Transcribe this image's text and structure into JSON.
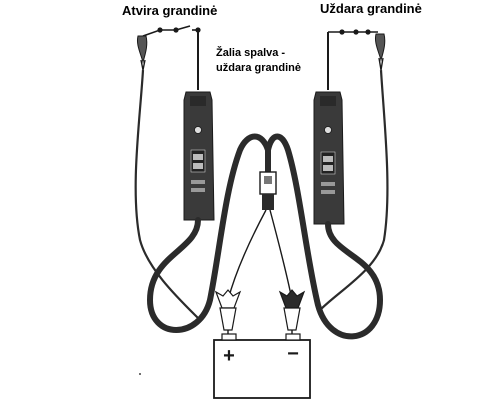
{
  "labels": {
    "open_circuit": "Atvira grandinė",
    "closed_circuit": "Uždara grandinė",
    "green_note_line1": "Žalia spalva -",
    "green_note_line2": "uždara grandinė"
  },
  "battery": {
    "plus_symbol": "+",
    "minus_symbol": "−"
  },
  "colors": {
    "ink": "#1a1a1a",
    "cable": "#2b2b2b",
    "probe_body": "#3a3a3a",
    "background": "#ffffff"
  }
}
